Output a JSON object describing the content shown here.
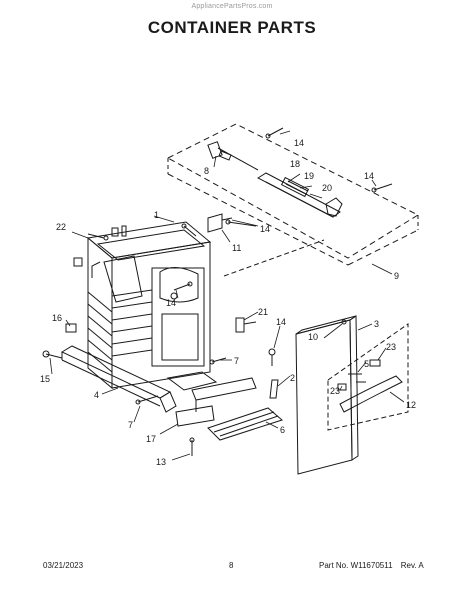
{
  "watermark": "AppliancePartsPros.com",
  "title": "CONTAINER PARTS",
  "callouts": {
    "c14a": "14",
    "c8": "8",
    "c18": "18",
    "c19": "19",
    "c20": "20",
    "c14b": "14",
    "c1": "1",
    "c22": "22",
    "c14c": "14",
    "c11": "11",
    "c9": "9",
    "c14d": "14",
    "c16": "16",
    "c21": "21",
    "c14e": "14",
    "c10": "10",
    "c3": "3",
    "c23a": "23",
    "c5": "5",
    "c23b": "23",
    "c15": "15",
    "c4": "4",
    "c7a": "7",
    "c7b": "7",
    "c2": "2",
    "c12": "12",
    "c17": "17",
    "c6": "6",
    "c13": "13"
  },
  "footer": {
    "date": "03/21/2023",
    "page": "8",
    "part_label": "Part No.",
    "part_no": "W11670511",
    "rev": "Rev. A"
  }
}
